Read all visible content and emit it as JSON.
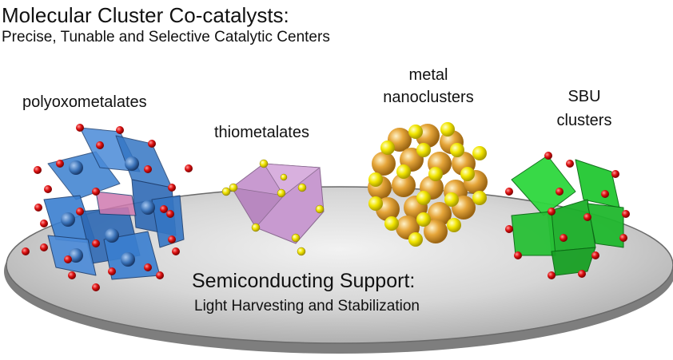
{
  "header": {
    "title": "Molecular Cluster Co-catalysts:",
    "subtitle": "Precise, Tunable and Selective Catalytic Centers"
  },
  "clusters": [
    {
      "label": "polyoxometalates"
    },
    {
      "label": "thiometalates"
    },
    {
      "label_line1": "metal",
      "label_line2": "nanoclusters"
    },
    {
      "label_line1": "SBU",
      "label_line2": "clusters"
    }
  ],
  "support": {
    "title": "Semiconducting Support:",
    "subtitle": "Light Harvesting and Stabilization"
  },
  "colors": {
    "pom": "#3a7fd0",
    "thio": "#c89ad0",
    "gold": "#e0a032",
    "sulfur": "#f2e600",
    "sbu": "#22c832",
    "oxygen": "#d81010",
    "support": "#cfcfcf"
  }
}
